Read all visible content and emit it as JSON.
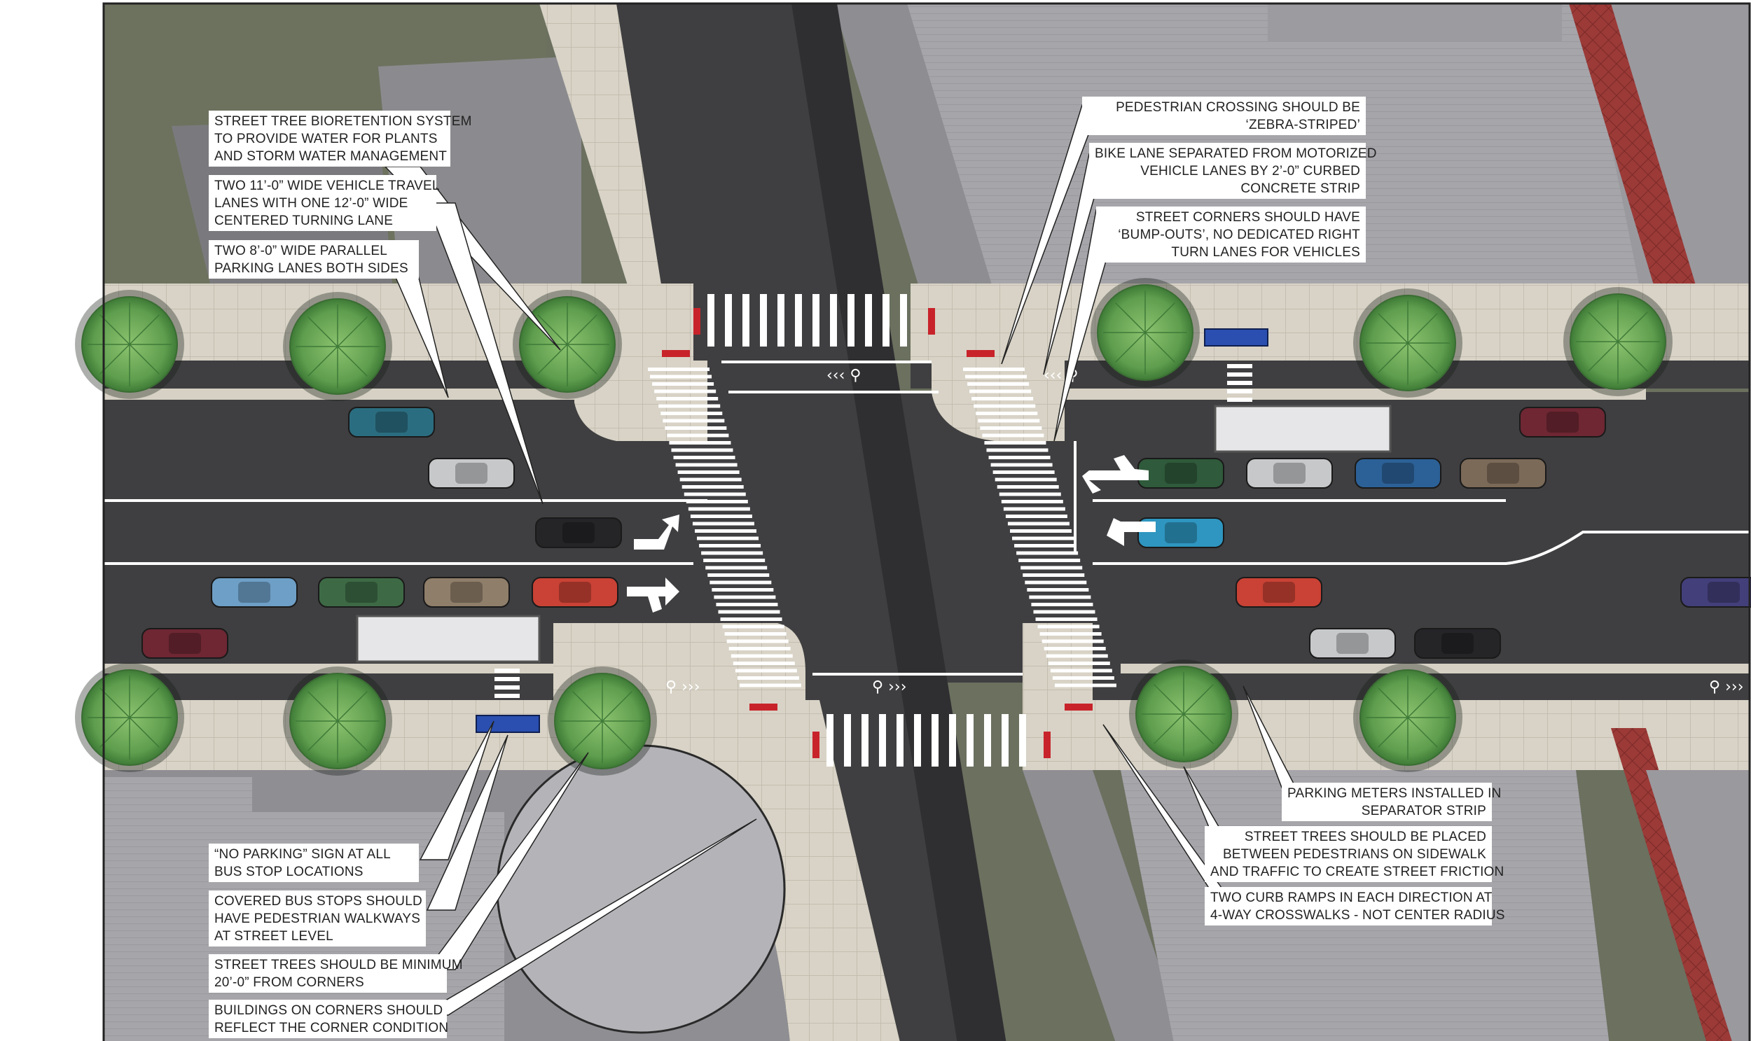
{
  "callouts": {
    "bioretention": [
      "STREET TREE BIORETENTION SYSTEM",
      "TO PROVIDE WATER FOR PLANTS",
      "AND STORM WATER MANAGEMENT"
    ],
    "travel_lanes": [
      "TWO 11’-0” WIDE VEHICLE TRAVEL",
      "LANES WITH ONE 12’-0” WIDE",
      "CENTERED TURNING LANE"
    ],
    "parking_lanes": [
      "TWO 8’-0” WIDE PARALLEL",
      "PARKING LANES BOTH SIDES"
    ],
    "zebra": [
      "PEDESTRIAN CROSSING SHOULD BE",
      "‘ZEBRA-STRIPED’"
    ],
    "bike_lane": [
      "BIKE LANE SEPARATED FROM MOTORIZED",
      "VEHICLE LANES BY 2’-0” CURBED",
      "CONCRETE STRIP"
    ],
    "bump_outs": [
      "STREET CORNERS SHOULD HAVE",
      "‘BUMP-OUTS’, NO DEDICATED RIGHT",
      "TURN LANES FOR VEHICLES"
    ],
    "no_parking": [
      "“NO PARKING” SIGN AT ALL",
      "BUS STOP LOCATIONS"
    ],
    "bus_stops": [
      "COVERED BUS STOPS SHOULD",
      "HAVE PEDESTRIAN WALKWAYS",
      "AT STREET LEVEL"
    ],
    "tree_spacing": [
      "STREET TREES SHOULD BE MINIMUM",
      "20’-0” FROM CORNERS"
    ],
    "corner_buildings": [
      "BUILDINGS ON CORNERS SHOULD",
      "REFLECT THE CORNER CONDITION"
    ],
    "parking_meters": [
      "PARKING METERS INSTALLED IN",
      "SEPARATOR STRIP"
    ],
    "tree_placement": [
      "STREET TREES SHOULD BE PLACED",
      "BETWEEN PEDESTRIANS ON SIDEWALK",
      "AND TRAFFIC TO CREATE STREET FRICTION"
    ],
    "curb_ramps": [
      "TWO CURB RAMPS IN EACH DIRECTION AT",
      "4-WAY CROSSWALKS - NOT CENTER RADIUS"
    ]
  },
  "colors": {
    "asphalt": "#3f3f41",
    "sidewalk": "#d6d1c4",
    "building": "#a9a8ad",
    "grass": "#6b705f",
    "tree": "#6aa857",
    "marking": "#ffffff",
    "ramp_red": "#c8232b",
    "bus_stop_blue": "#2a4fb0"
  },
  "cars": [
    {
      "name": "car-teal",
      "color": "#2b6d80"
    },
    {
      "name": "car-silver",
      "color": "#c7c8ca"
    },
    {
      "name": "car-black",
      "color": "#252528"
    },
    {
      "name": "car-lightblue",
      "color": "#6e9fc6"
    },
    {
      "name": "car-green",
      "color": "#3d6a45"
    },
    {
      "name": "car-tan",
      "color": "#8f7e6a"
    },
    {
      "name": "car-red",
      "color": "#c94235"
    },
    {
      "name": "car-maroon",
      "color": "#6e2733"
    },
    {
      "name": "car-darkgreen",
      "color": "#2f5a3b"
    },
    {
      "name": "car-blue",
      "color": "#2c6197"
    },
    {
      "name": "car-brown",
      "color": "#7b6a58"
    },
    {
      "name": "car-cyan",
      "color": "#2e96c0"
    },
    {
      "name": "car-purple",
      "color": "#433f7a"
    }
  ]
}
